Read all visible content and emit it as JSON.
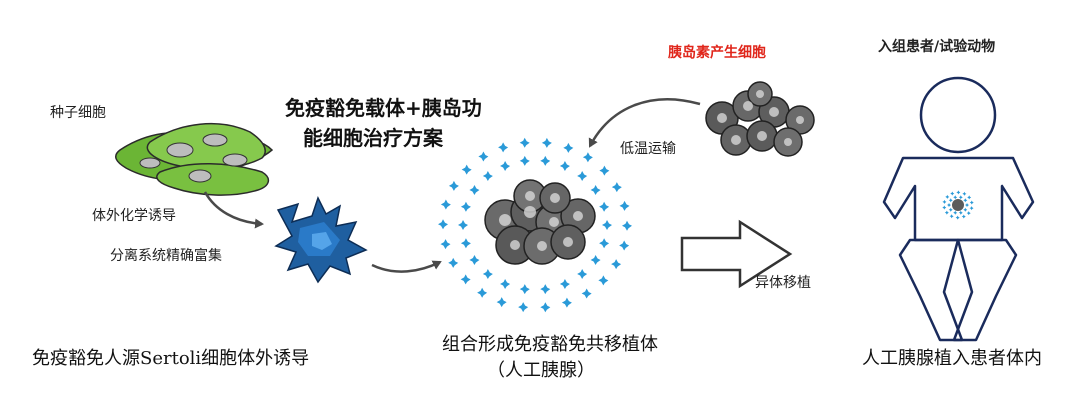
{
  "labels": {
    "seed_cells": "种子细胞",
    "in_vitro_induction": "体外化学诱导",
    "separation_enrichment": "分离系统精确富集",
    "scheme_title_line1": "免疫豁免载体+胰岛功",
    "scheme_title_line2": "能细胞治疗方案",
    "insulin_cells": "胰岛素产生细胞",
    "cold_transport": "低温运输",
    "patient_title": "入组患者/试验动物",
    "xenotransplant": "异体移植",
    "caption_left": "免疫豁免人源Sertoli细胞体外诱导",
    "caption_mid_line1": "组合形成免疫豁免共移植体",
    "caption_mid_line2": "（人工胰腺）",
    "caption_right": "人工胰腺植入患者体内"
  },
  "colors": {
    "cell_green": "#7cc242",
    "nucleus_gray": "#b9b9b9",
    "sertoli_blue": "#1f5fa0",
    "ring_blue": "#2a9ad8",
    "islet_gray": "#5c5c5c",
    "title_red": "#e0261b",
    "body_outline": "#1a2b5c"
  }
}
